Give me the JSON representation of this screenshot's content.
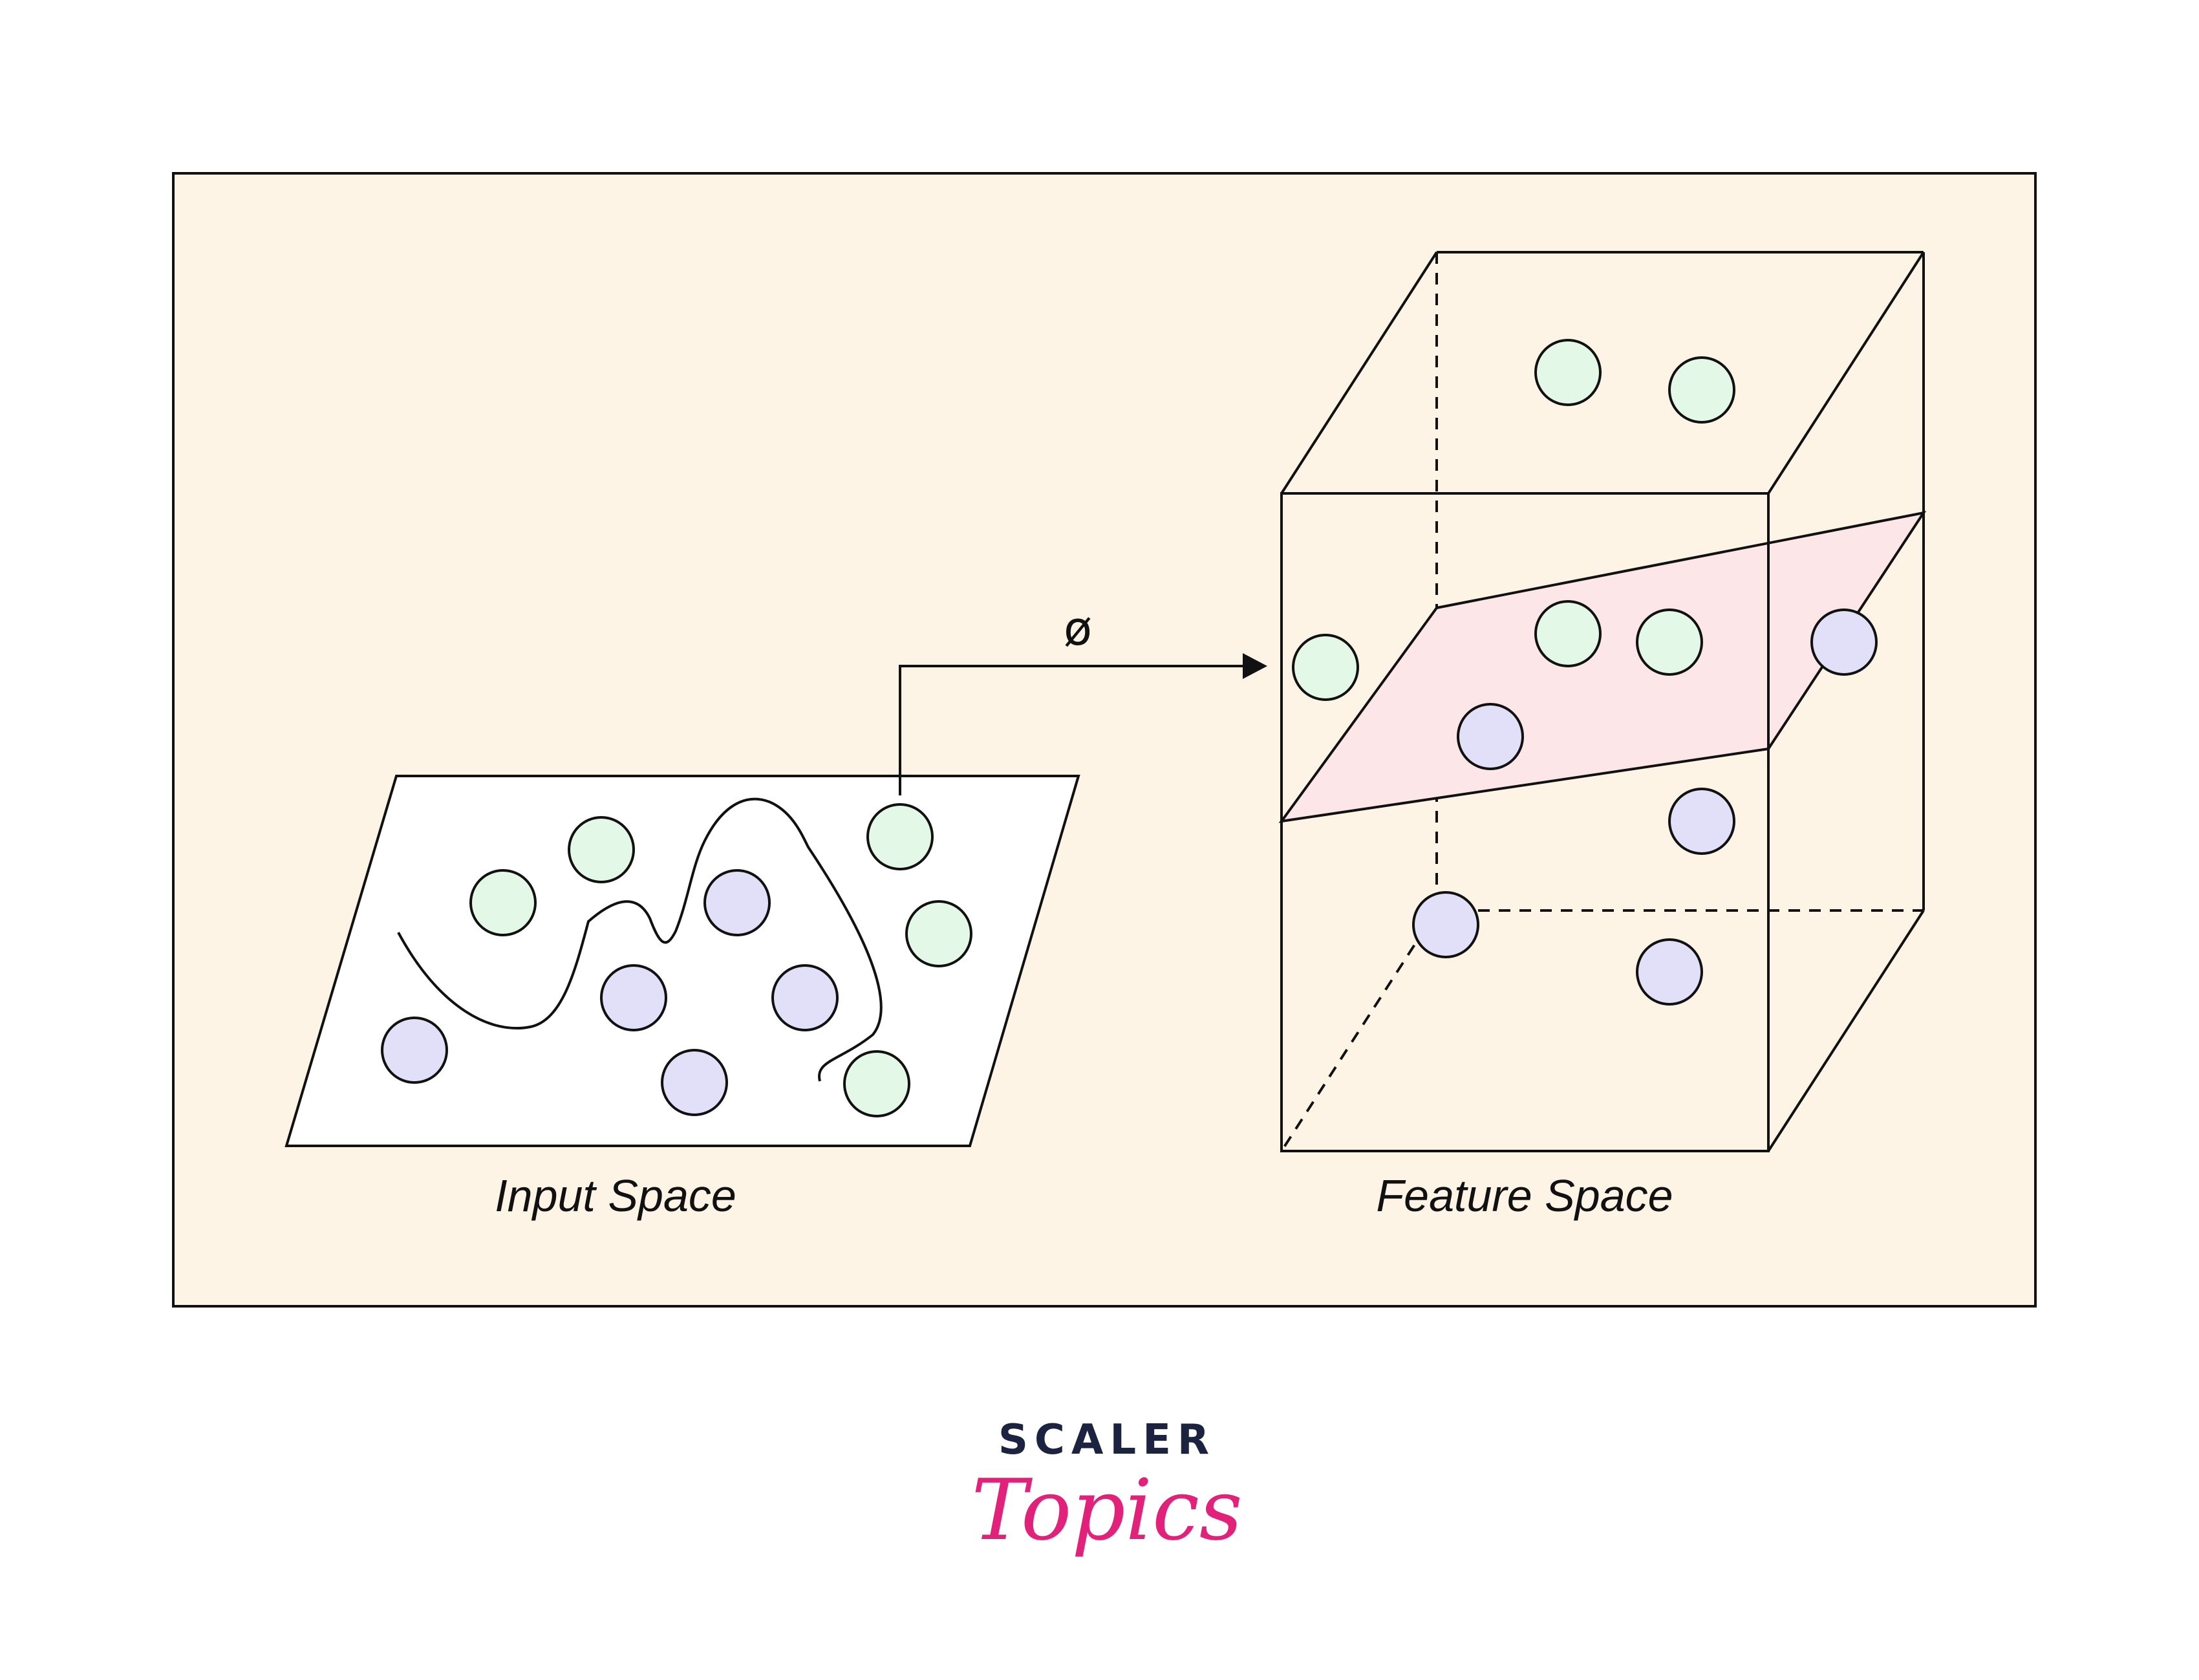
{
  "colors": {
    "panel_fill": "#fdf4e6",
    "line": "#111111",
    "green_point": "#e3f8e6",
    "purple_point": "#e2e0f8",
    "separating_plane": "#fde6e8",
    "brand_dark": "#1c2340",
    "brand_pink": "#e2227a"
  },
  "diagram": {
    "mapping_label": "ø",
    "input_space_label": "Input Space",
    "feature_space_label": "Feature Space",
    "input_points": [
      {
        "id": "in-1",
        "class": "green"
      },
      {
        "id": "in-2",
        "class": "green"
      },
      {
        "id": "in-3",
        "class": "green"
      },
      {
        "id": "in-4",
        "class": "green"
      },
      {
        "id": "in-5",
        "class": "green"
      },
      {
        "id": "in-6",
        "class": "purple"
      },
      {
        "id": "in-7",
        "class": "purple"
      },
      {
        "id": "in-8",
        "class": "purple"
      },
      {
        "id": "in-9",
        "class": "purple"
      },
      {
        "id": "in-10",
        "class": "purple"
      }
    ],
    "feature_points": [
      {
        "id": "fs-1",
        "class": "green"
      },
      {
        "id": "fs-2",
        "class": "green"
      },
      {
        "id": "fs-3",
        "class": "green"
      },
      {
        "id": "fs-4",
        "class": "green"
      },
      {
        "id": "fs-5",
        "class": "green"
      },
      {
        "id": "fs-6",
        "class": "purple"
      },
      {
        "id": "fs-7",
        "class": "purple"
      },
      {
        "id": "fs-8",
        "class": "purple"
      },
      {
        "id": "fs-9",
        "class": "purple"
      },
      {
        "id": "fs-10",
        "class": "purple"
      }
    ]
  },
  "brand": {
    "line1": "SCALER",
    "line2": "Topics"
  }
}
